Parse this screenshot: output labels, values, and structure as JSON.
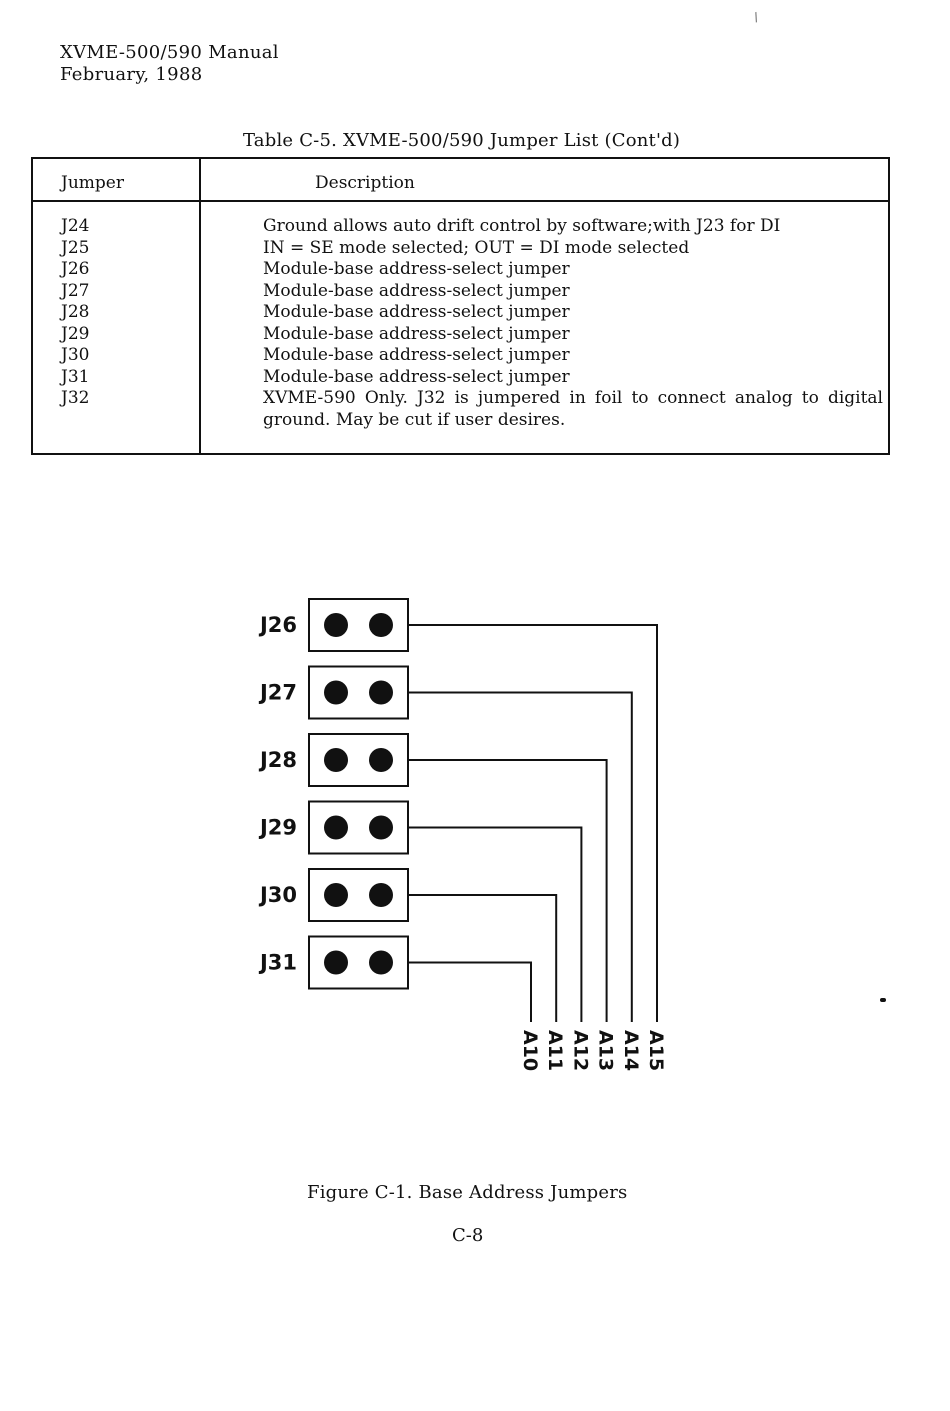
{
  "header": {
    "manual_title": "XVME-500/590 Manual",
    "date": "February, 1988"
  },
  "table": {
    "caption": "Table C-5.  XVME-500/590 Jumper List (Cont'd)",
    "columns": [
      "Jumper",
      "Description"
    ],
    "rows": [
      {
        "jumper": "J24",
        "description": "Ground allows auto drift control by software;with J23 for DI"
      },
      {
        "jumper": "J25",
        "description": "IN = SE mode selected; OUT = DI mode selected"
      },
      {
        "jumper": "J26",
        "description": "Module-base address-select jumper"
      },
      {
        "jumper": "J27",
        "description": "Module-base address-select jumper"
      },
      {
        "jumper": "J28",
        "description": "Module-base address-select jumper"
      },
      {
        "jumper": "J29",
        "description": "Module-base address-select jumper"
      },
      {
        "jumper": "J30",
        "description": "Module-base address-select jumper"
      },
      {
        "jumper": "J31",
        "description": "Module-base address-select jumper"
      },
      {
        "jumper": "J32",
        "description": "XVME-590 Only.  J32 is jumpered in foil to connect analog to digital ground.  May be cut if user desires."
      }
    ]
  },
  "figure": {
    "jumpers": [
      {
        "label": "J26",
        "address": "A15"
      },
      {
        "label": "J27",
        "address": "A14"
      },
      {
        "label": "J28",
        "address": "A13"
      },
      {
        "label": "J29",
        "address": "A12"
      },
      {
        "label": "J30",
        "address": "A11"
      },
      {
        "label": "J31",
        "address": "A10"
      }
    ],
    "caption": "Figure C-1.  Base Address Jumpers"
  },
  "page_number": "C-8"
}
